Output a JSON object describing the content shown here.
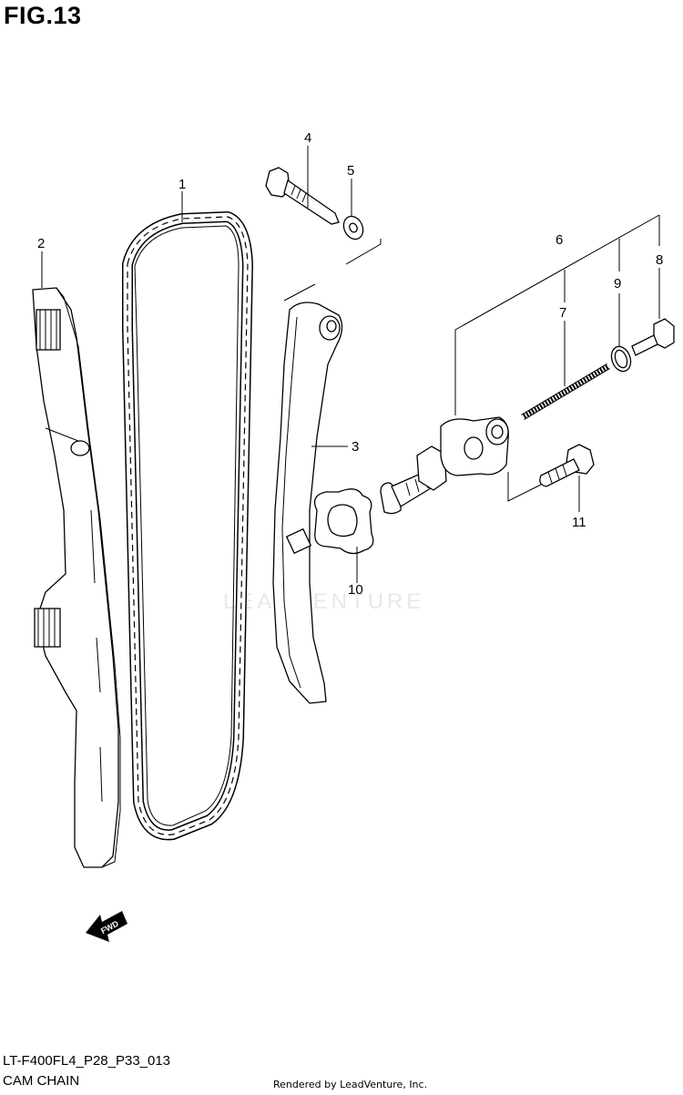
{
  "figure": {
    "title": "FIG.13"
  },
  "callouts": [
    {
      "id": "1",
      "label": "1"
    },
    {
      "id": "2",
      "label": "2"
    },
    {
      "id": "3",
      "label": "3"
    },
    {
      "id": "4",
      "label": "4"
    },
    {
      "id": "5",
      "label": "5"
    },
    {
      "id": "6",
      "label": "6"
    },
    {
      "id": "7",
      "label": "7"
    },
    {
      "id": "8",
      "label": "8"
    },
    {
      "id": "9",
      "label": "9"
    },
    {
      "id": "10",
      "label": "10"
    },
    {
      "id": "11",
      "label": "11"
    }
  ],
  "fwd_marker": "FWD",
  "watermark": "LEADVENTURE",
  "footer": {
    "model_code": "LT-F400FL4_P28_P33_013",
    "caption": "CAM CHAIN",
    "render_credit": "Rendered by LeadVenture, Inc."
  }
}
